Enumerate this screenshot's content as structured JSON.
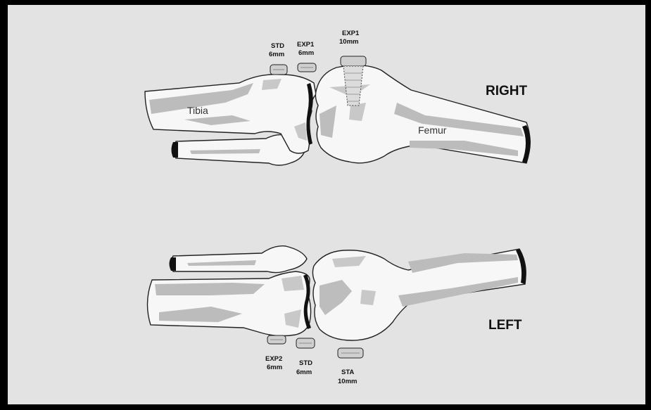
{
  "sides": {
    "right": "RIGHT",
    "left": "LEFT"
  },
  "bones": {
    "tibia": "Tibia",
    "femur": "Femur"
  },
  "implants_right": [
    {
      "line1": "STD",
      "line2": "6mm"
    },
    {
      "line1": "EXP1",
      "line2": "6mm"
    },
    {
      "line1": "EXP1",
      "line2": "10mm"
    }
  ],
  "implants_left": [
    {
      "line1": "EXP2",
      "line2": "6mm"
    },
    {
      "line1": "STD",
      "line2": "6mm"
    },
    {
      "line1": "STA",
      "line2": "10mm"
    }
  ],
  "colors": {
    "background": "#e3e3e3",
    "bone_fill": "#f7f7f7",
    "bone_shade": "#b8b8b8",
    "frame": "#000000"
  }
}
